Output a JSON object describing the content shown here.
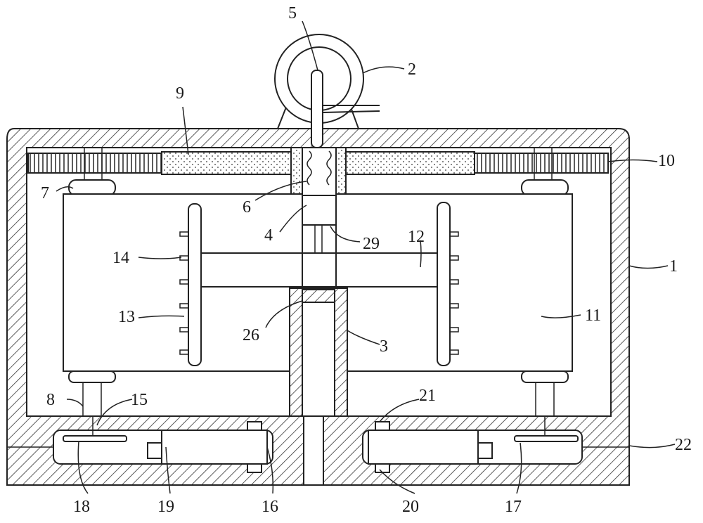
{
  "labels": {
    "l1": "1",
    "l2": "2",
    "l3": "3",
    "l4": "4",
    "l5": "5",
    "l6": "6",
    "l7": "7",
    "l8": "8",
    "l9": "9",
    "l10": "10",
    "l11": "11",
    "l12": "12",
    "l13": "13",
    "l14": "14",
    "l15": "15",
    "l16": "16",
    "l17": "17",
    "l18": "18",
    "l19": "19",
    "l20": "20",
    "l21": "21",
    "l22": "22",
    "l26": "26",
    "l29": "29"
  }
}
